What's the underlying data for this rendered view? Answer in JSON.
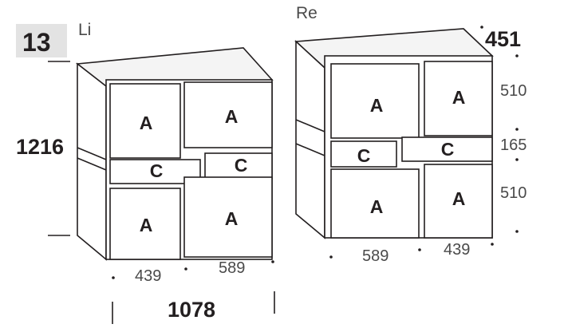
{
  "badge": "13",
  "left": {
    "side_label": "Li",
    "height": "1216",
    "width_total": "1078",
    "widths": [
      "439",
      "589"
    ],
    "modules": {
      "top_left": "A",
      "top_right": "A",
      "mid_left": "C",
      "mid_right": "C",
      "bottom_left": "A",
      "bottom_right": "A"
    }
  },
  "right": {
    "side_label": "Re",
    "depth": "451",
    "heights": [
      "510",
      "165",
      "510"
    ],
    "widths": [
      "589",
      "439"
    ],
    "modules": {
      "top_left": "A",
      "top_right": "A",
      "mid_left": "C",
      "mid_right": "C",
      "bottom_left": "A",
      "bottom_right": "A"
    }
  }
}
